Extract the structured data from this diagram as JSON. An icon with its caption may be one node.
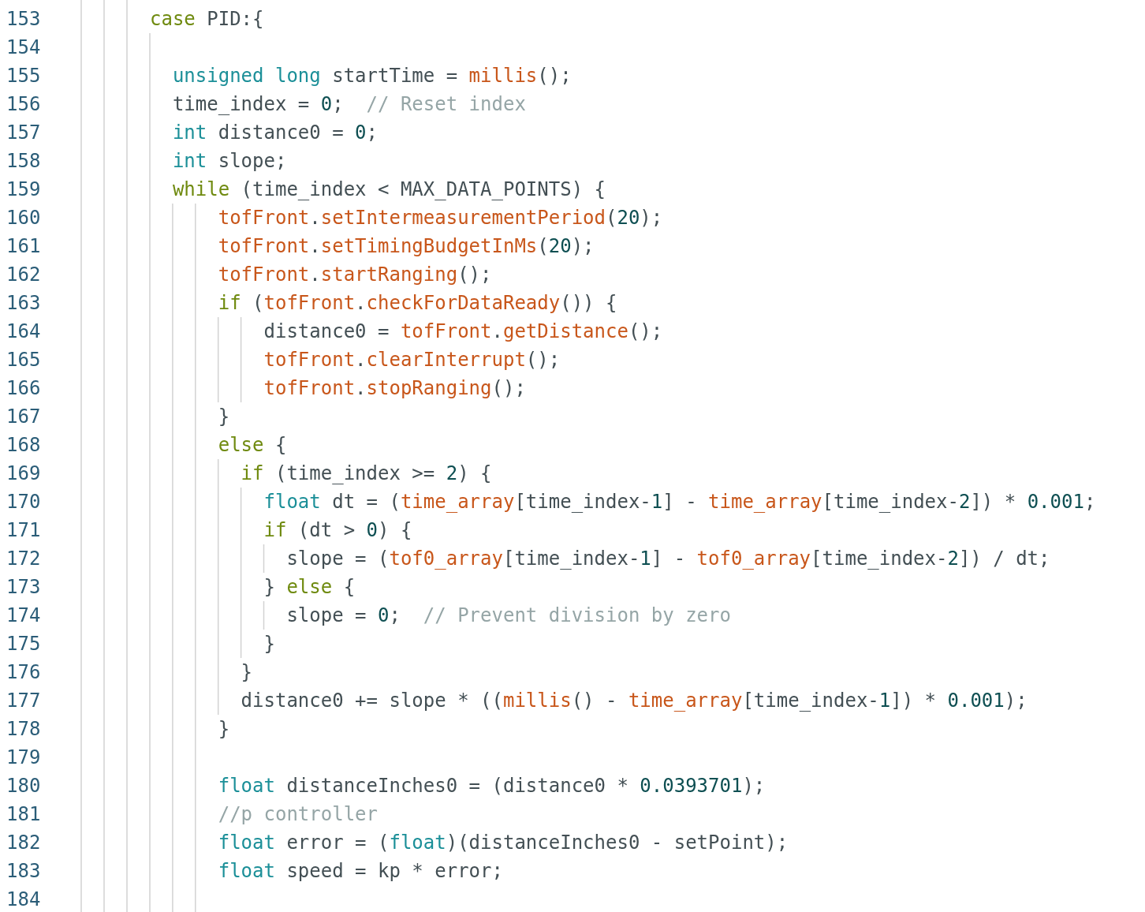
{
  "diagram": {
    "labels": [
      "153",
      "case PID:{",
      "154",
      "155",
      "  unsigned long startTime = millis();",
      "156",
      "  time_index = 0;  // Reset index",
      "157",
      "  int distance0 = 0;",
      "158",
      "  int slope;",
      "159",
      "  while (time_index < MAX_DATA_POINTS) {",
      "160",
      "      tofFront.setIntermeasurementPeriod(20);",
      "161",
      "      tofFront.setTimingBudgetInMs(20);",
      "162",
      "      tofFront.startRanging();",
      "163",
      "      if (tofFront.checkForDataReady()) {",
      "164",
      "          distance0 = tofFront.getDistance();",
      "165",
      "          tofFront.clearInterrupt();",
      "166",
      "          tofFront.stopRanging();",
      "167",
      "      }",
      "168",
      "      else {",
      "169",
      "        if (time_index >= 2) {",
      "170",
      "          float dt = (time_array[time_index-1] - time_array[time_index-2]) * 0.001;",
      "171",
      "          if (dt > 0) {",
      "172",
      "            slope = (tof0_array[time_index-1] - tof0_array[time_index-2]) / dt;",
      "173",
      "          } else {",
      "174",
      "            slope = 0;  // Prevent division by zero",
      "175",
      "          }",
      "176",
      "        }",
      "177",
      "        distance0 += slope * ((millis() - time_array[time_index-1]) * 0.001);",
      "178",
      "      }",
      "179",
      "180",
      "      float distanceInches0 = (distance0 * 0.0393701);",
      "181",
      "      //p controller",
      "182",
      "      float error = (float)(distanceInches0 - setPoint);",
      "183",
      "      float speed = kp * error;",
      "184"
    ]
  }
}
